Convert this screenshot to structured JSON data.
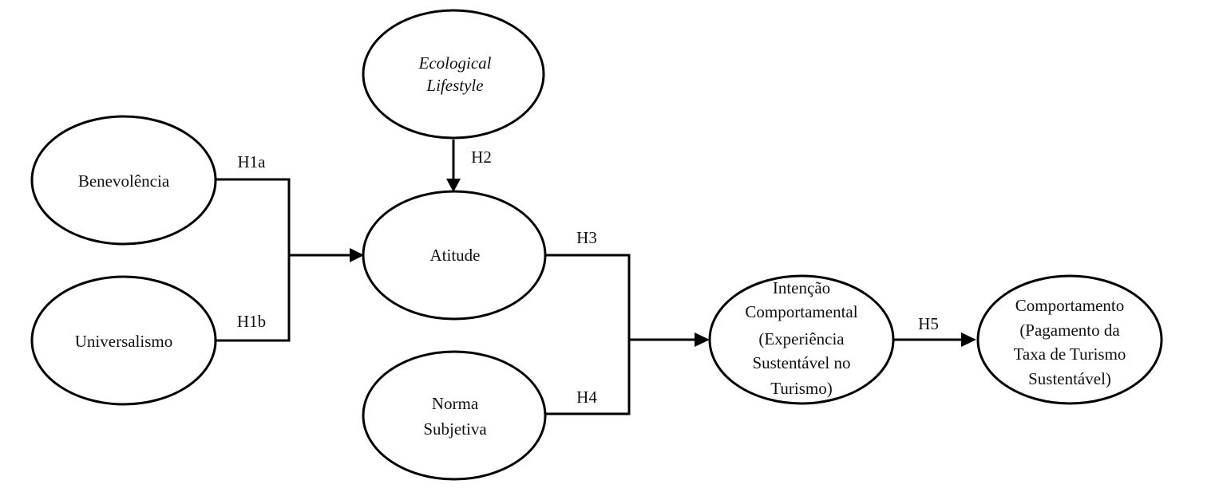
{
  "nodes": {
    "ecological_lifestyle": {
      "lines": [
        "Ecological",
        "Lifestyle"
      ],
      "italic": true
    },
    "benevolencia": {
      "lines": [
        "Benevolência"
      ]
    },
    "universalismo": {
      "lines": [
        "Universalismo"
      ]
    },
    "atitude": {
      "lines": [
        "Atitude"
      ]
    },
    "norma_subjetiva": {
      "lines": [
        "Norma",
        "Subjetiva"
      ]
    },
    "intencao": {
      "lines": [
        "Intenção",
        "Comportamental",
        "(Experiência",
        "Sustentável no",
        "Turismo)"
      ]
    },
    "comportamento": {
      "lines": [
        "Comportamento",
        "(Pagamento da",
        "Taxa de Turismo",
        "Sustentável)"
      ]
    }
  },
  "hypotheses": {
    "h1a": "H1a",
    "h1b": "H1b",
    "h2": "H2",
    "h3": "H3",
    "h4": "H4",
    "h5": "H5"
  },
  "colors": {
    "stroke": "#000000",
    "background": "#ffffff"
  }
}
